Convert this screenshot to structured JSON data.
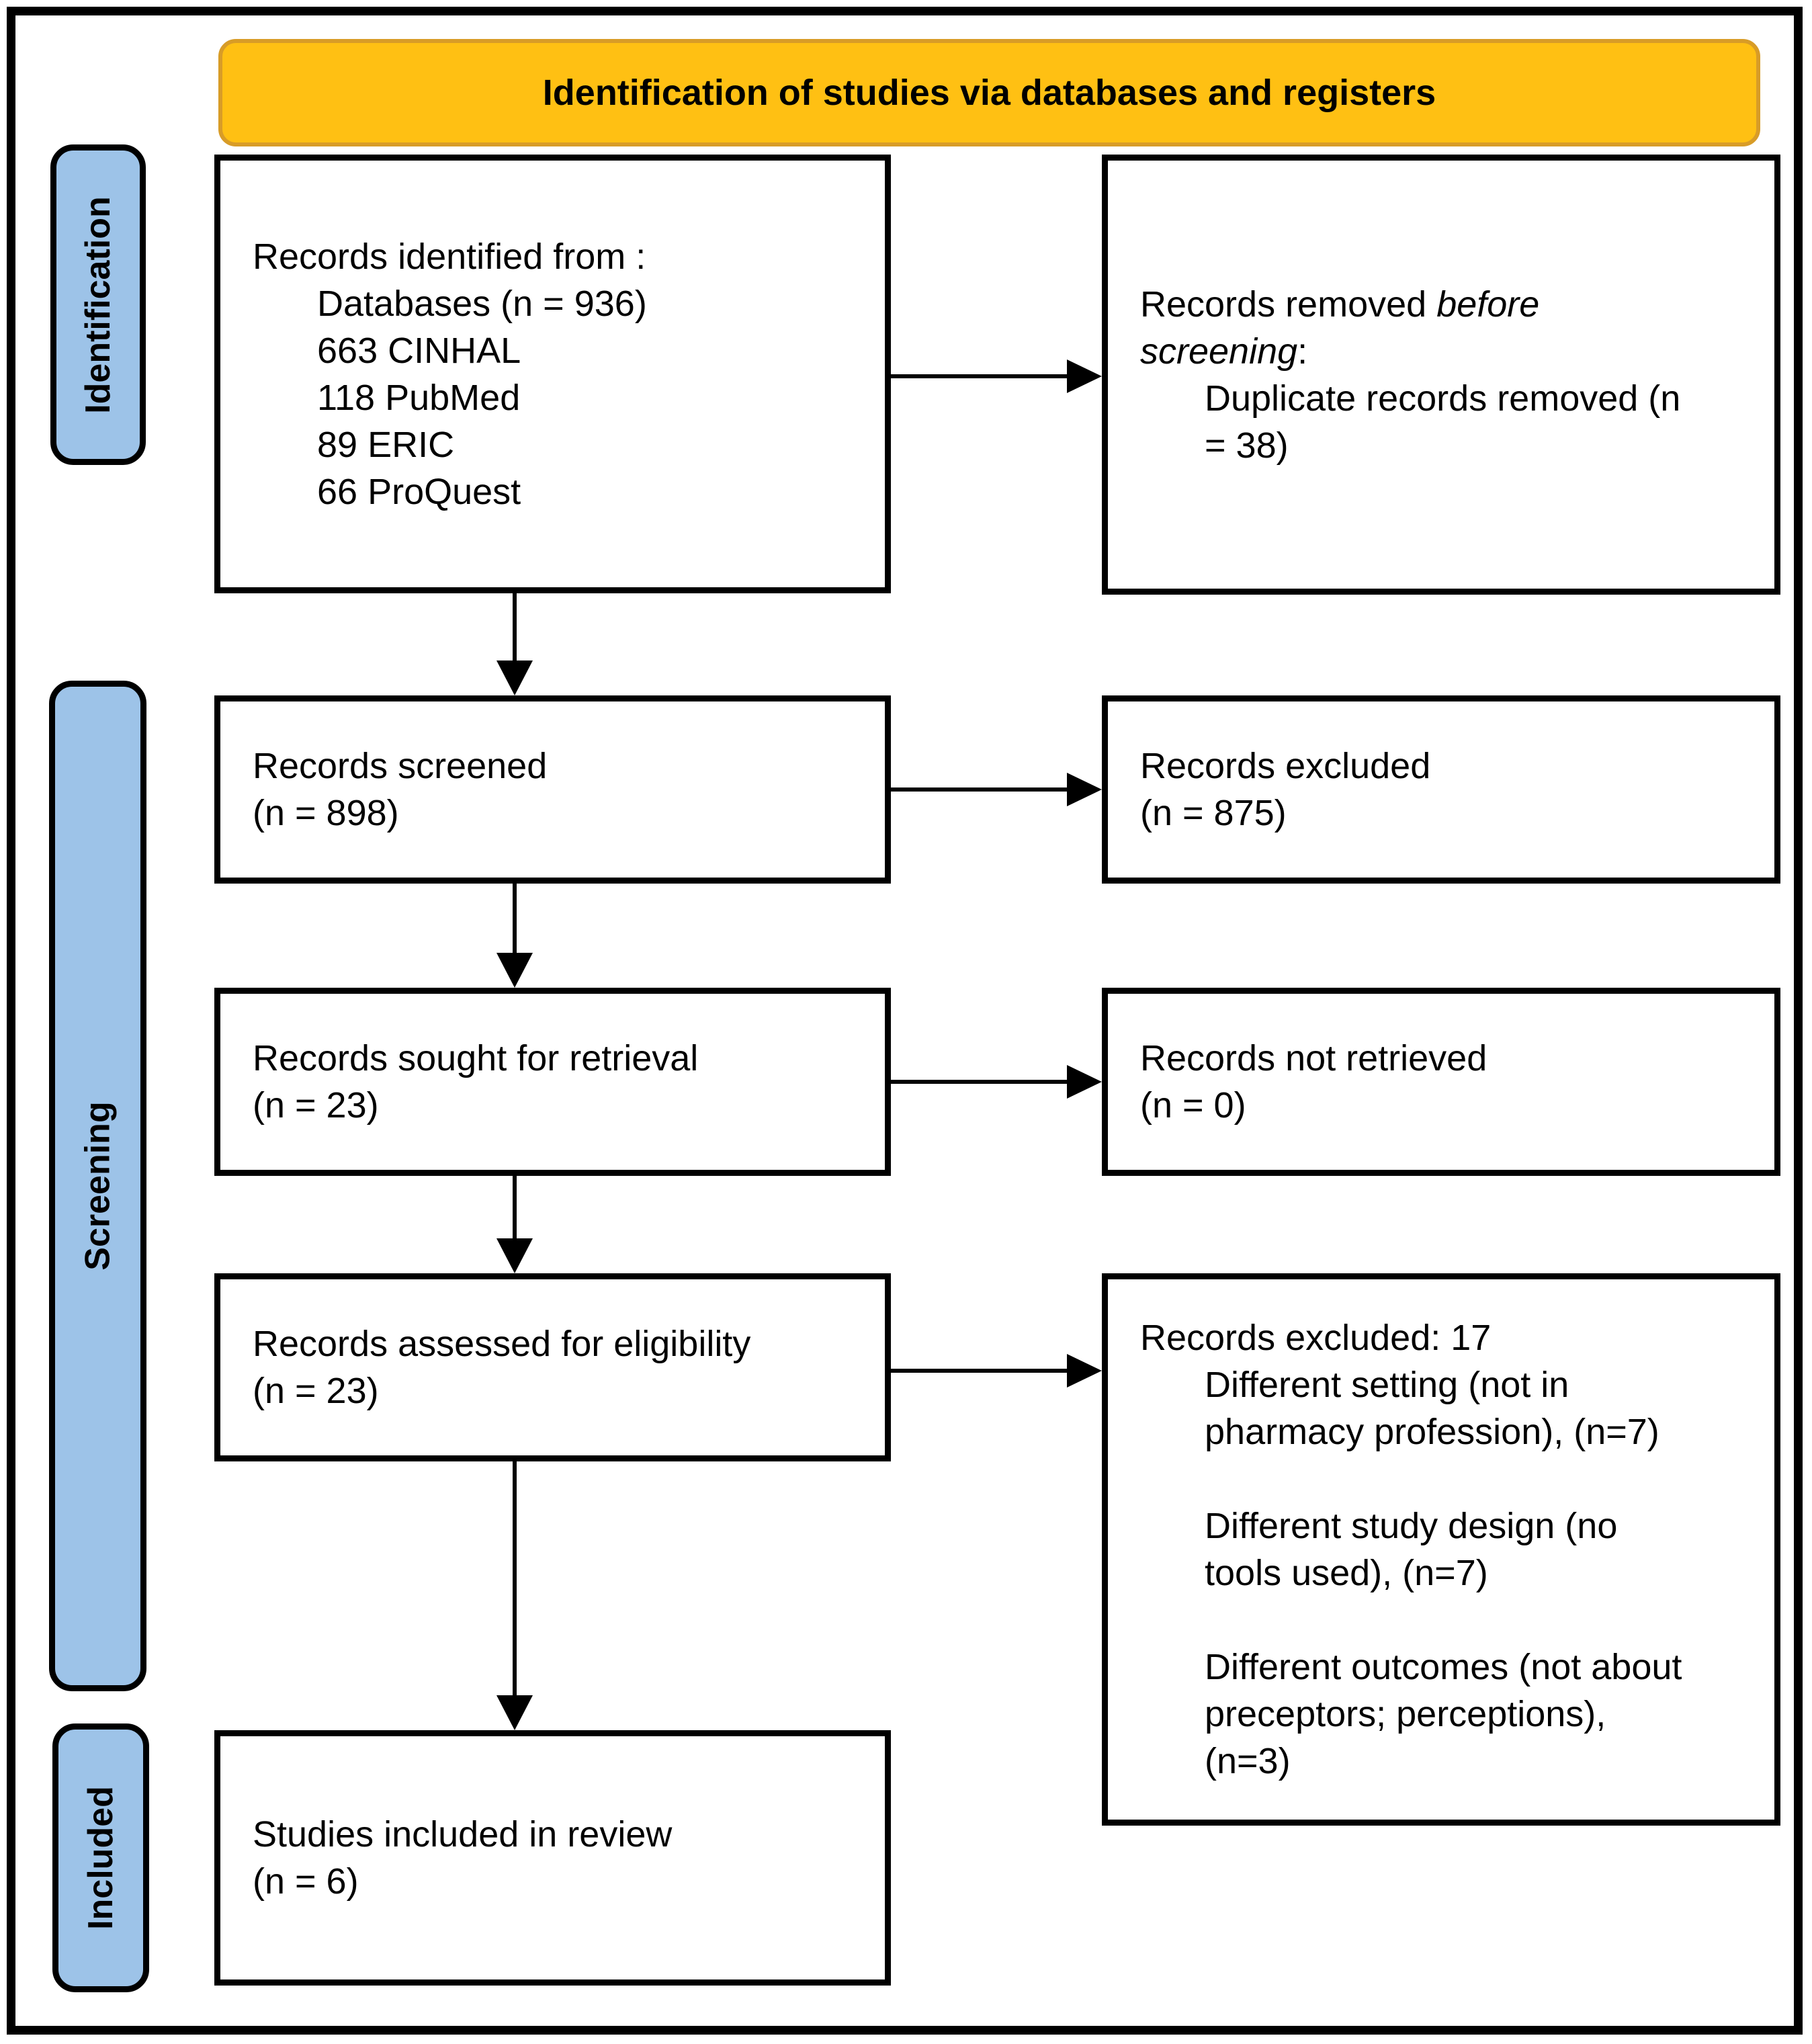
{
  "banner": {
    "title": "Identification of studies via databases and registers"
  },
  "sidebar": {
    "identification": "Identification",
    "screening": "Screening",
    "included": "Included"
  },
  "boxes": {
    "identified": {
      "line1": "Records identified from :",
      "sub": [
        "Databases (n = 936)",
        "663 CINHAL",
        "118 PubMed",
        "89 ERIC",
        "66 ProQuest"
      ]
    },
    "removed": {
      "line1_normal": "Records removed ",
      "line1_italic": "before",
      "line2_italic": "screening",
      "line2_suffix": ":",
      "detail_line1": "Duplicate records removed (n",
      "detail_line2": "= 38)"
    },
    "screened": {
      "line1": "Records screened",
      "line2": "(n = 898)"
    },
    "excluded": {
      "line1": "Records excluded",
      "line2": "(n = 875)"
    },
    "sought": {
      "line1": "Records sought for retrieval",
      "line2": "(n = 23)"
    },
    "not_retrieved": {
      "line1": "Records not retrieved",
      "line2": "(n = 0)"
    },
    "assessed": {
      "line1": "Records assessed for eligibility",
      "line2": "(n = 23)"
    },
    "excluded_detail": {
      "header": "Records excluded: 17",
      "items": [
        {
          "lines": [
            "Different setting (not in",
            "pharmacy profession), (n=7)"
          ]
        },
        {
          "lines": [
            "Different study design (no",
            "tools used), (n=7)"
          ]
        },
        {
          "lines": [
            "Different outcomes (not about",
            "preceptors; perceptions),",
            "(n=3)"
          ]
        }
      ]
    },
    "included_studies": {
      "line1": "Studies included in review",
      "line2": "(n = 6)"
    }
  },
  "colors": {
    "banner-fill": "#FFC013",
    "banner-border": "#D89C27",
    "sidebar-fill": "#9DC3E8",
    "line-color": "#000000",
    "box-bg": "#FFFFFF"
  }
}
